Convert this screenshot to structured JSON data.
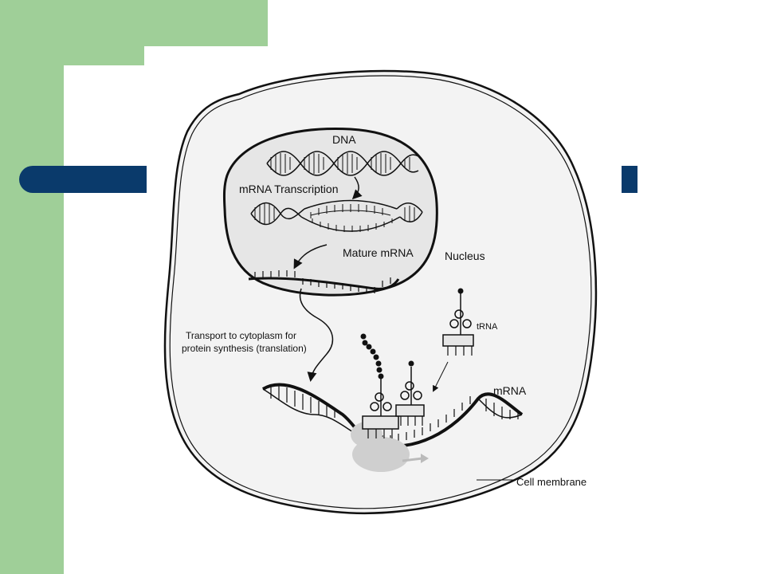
{
  "slide": {
    "colors": {
      "background_accent": "#9fcf98",
      "title_bar": "#0a3a6b",
      "panel": "#ffffff",
      "nucleus_fill": "#e6e6e6",
      "cytoplasm_fill": "#f3f3f3"
    }
  },
  "diagram": {
    "labels": {
      "dna": "DNA",
      "mrna_transcription": "mRNA Transcription",
      "mature_mrna": "Mature mRNA",
      "nucleus": "Nucleus",
      "transport_line1": "Transport to cytoplasm for",
      "transport_line2": "protein synthesis (translation)",
      "trna": "tRNA",
      "mrna": "mRNA",
      "cell_membrane": "Cell membrane"
    }
  }
}
